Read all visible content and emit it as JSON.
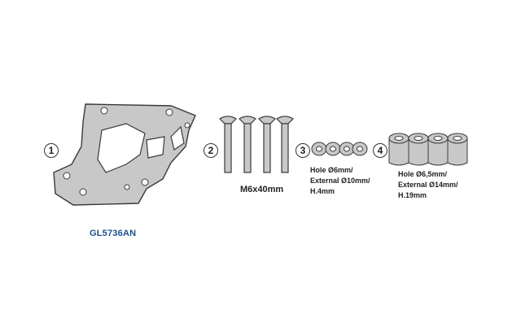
{
  "items": [
    {
      "number": "1",
      "code": "GL5736AN"
    },
    {
      "number": "2",
      "label": "M6x40mm"
    },
    {
      "number": "3",
      "label_lines": [
        "Hole Ø6mm/",
        "External Ø10mm/",
        "H.4mm"
      ]
    },
    {
      "number": "4",
      "label_lines": [
        "Hole Ø6,5mm/",
        "External Ø14mm/",
        "H.19mm"
      ]
    }
  ],
  "colors": {
    "part_fill": "#c8c8c8",
    "part_stroke": "#3a3a3a",
    "code_text": "#1a4f8a"
  }
}
